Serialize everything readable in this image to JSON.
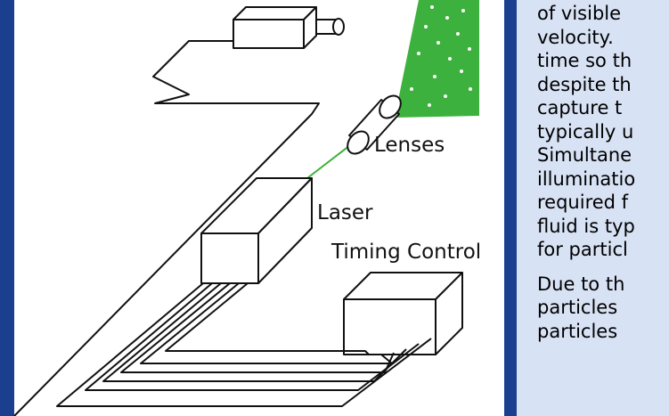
{
  "diagram": {
    "labels": {
      "lenses": "Lenses",
      "laser": "Laser",
      "timing_control": "Timing Control"
    },
    "colors": {
      "laser_sheet": "#3db13d",
      "particles": "#ffffff",
      "frame": "#1b3f8f",
      "side_panel": "#d8e2f5"
    }
  },
  "side_text": {
    "paragraph1_lines": [
      "of visible",
      "velocity.",
      "time so th",
      "despite th",
      "capture t",
      "typically u",
      "Simultane",
      "illuminatio",
      "required f",
      "fluid is typ",
      "for particl"
    ],
    "paragraph2_lines": [
      "Due to th",
      "particles",
      "particles"
    ]
  }
}
